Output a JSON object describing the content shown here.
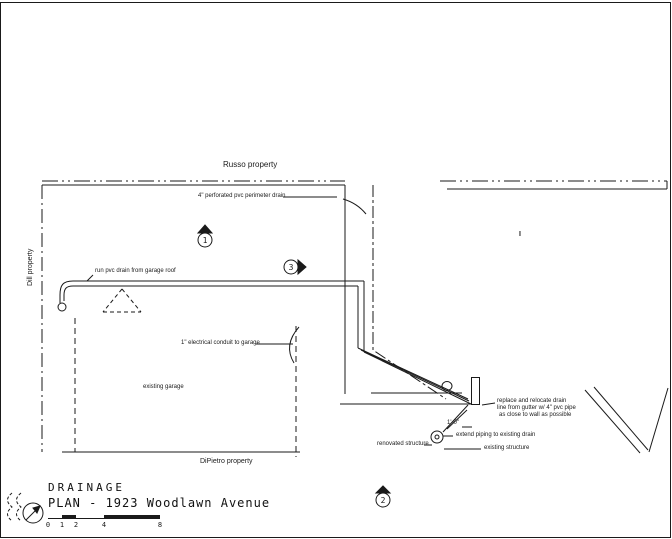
{
  "properties": {
    "russo": "Russo property",
    "dill": "Dill property",
    "dipietro": "DiPietro property"
  },
  "annotations": {
    "perimeter_drain": "4\" perforated pvc perimeter drain",
    "roof_drain": "run pvc drain from garage roof",
    "electrical_conduit": "1\" electrical conduit to garage",
    "existing_garage": "existing garage",
    "relocate_line1": "replace and relocate drain",
    "relocate_line2": "line from gutter w/ 4\" pvc pipe",
    "relocate_line3": "as close to wall as possible",
    "dimension": "1'-0\"",
    "extend_piping": "extend piping to existing drain",
    "renovated_structure": "renovated structure",
    "existing_structure": "existing structure",
    "column_mark": "I"
  },
  "markers": {
    "north_section": "1",
    "east_section": "3",
    "bottom_detail": "2"
  },
  "titleblock": {
    "title_line1": "DRAINAGE",
    "title_line2": "PLAN - 1923 Woodlawn Avenue",
    "scale_ticks": [
      "0",
      "1",
      "2",
      "4",
      "8"
    ]
  },
  "colors": {
    "ink": "#1a1a1a",
    "paper": "#ffffff"
  }
}
